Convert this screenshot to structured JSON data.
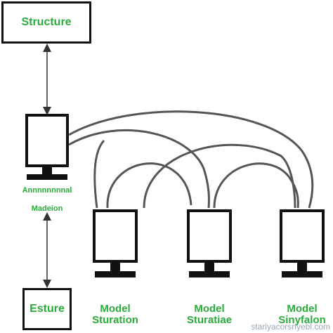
{
  "structure_label": "Structure",
  "esture_label": "Esture",
  "main_monitor_label_top": "Annnnnnnnal",
  "main_monitor_label_bottom": "Madeion",
  "model_monitors": [
    {
      "line1": "Model",
      "line2": "Sturation"
    },
    {
      "line1": "Model",
      "line2": "Sturatiae"
    },
    {
      "line1": "Model",
      "line2": "Sinyfalon"
    }
  ],
  "watermark": "stariyacorsnyebl.com",
  "colors": {
    "label_green": "#2bab3c",
    "stroke": "#111111",
    "curve": "#555555"
  }
}
